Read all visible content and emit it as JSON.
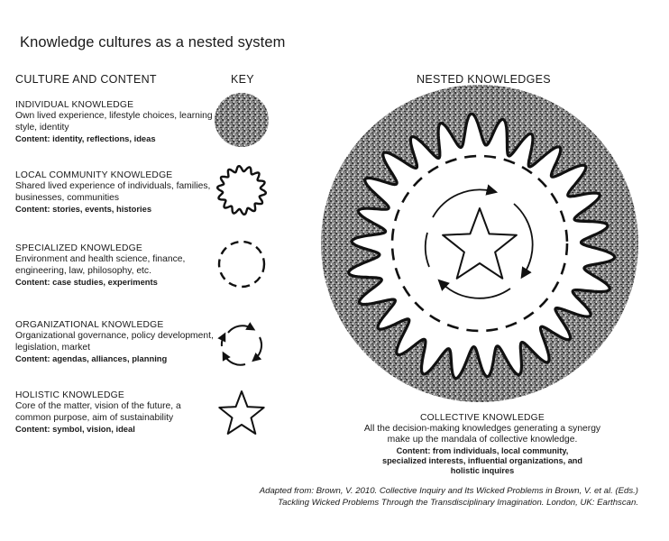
{
  "title": "Knowledge cultures as a nested system",
  "columns": {
    "culture": "CULTURE AND CONTENT",
    "key": "KEY",
    "nested": "NESTED KNOWLEDGES"
  },
  "entries": [
    {
      "heading": "INDIVIDUAL KNOWLEDGE",
      "description": "Own lived experience, lifestyle choices, learning style, identity",
      "content": "Content: identity, reflections, ideas",
      "key_icon": "speckled-disc-icon"
    },
    {
      "heading": "LOCAL COMMUNITY KNOWLEDGE",
      "description": "Shared lived experience of individuals, families, businesses, communities",
      "content": "Content: stories, events, histories",
      "key_icon": "wavy-ring-icon"
    },
    {
      "heading": "SPECIALIZED KNOWLEDGE",
      "description": "Environment and health science, finance, engineering, law, philosophy, etc.",
      "content": "Content: case studies, experiments",
      "key_icon": "dashed-circle-icon"
    },
    {
      "heading": "ORGANIZATIONAL KNOWLEDGE",
      "description": "Organizational governance, policy development, legislation, market",
      "content": "Content: agendas, alliances, planning",
      "key_icon": "cycle-arrows-icon"
    },
    {
      "heading": "HOLISTIC KNOWLEDGE",
      "description": "Core of the matter, vision of the future, a common purpose, aim of sustainability",
      "content": "Content: symbol, vision, ideal",
      "key_icon": "star-icon"
    }
  ],
  "collective": {
    "heading": "COLLECTIVE KNOWLEDGE",
    "description": "All the decision-making knowledges generating a synergy make up the mandala of collective knowledge.",
    "content": "Content: from individuals, local community, specialized interests, influential organizations, and holistic inquires"
  },
  "credit": {
    "line1": "Adapted from: Brown, V. 2010. Collective Inquiry and Its Wicked Problems in Brown, V. et al. (Eds.)",
    "line2": "Tackling Wicked Problems Through the Transdisciplinary Imagination. London, UK: Earthscan."
  },
  "colors": {
    "ink": "#111111",
    "speckle_dark": "#555555",
    "speckle_light": "#9a9a9a"
  }
}
